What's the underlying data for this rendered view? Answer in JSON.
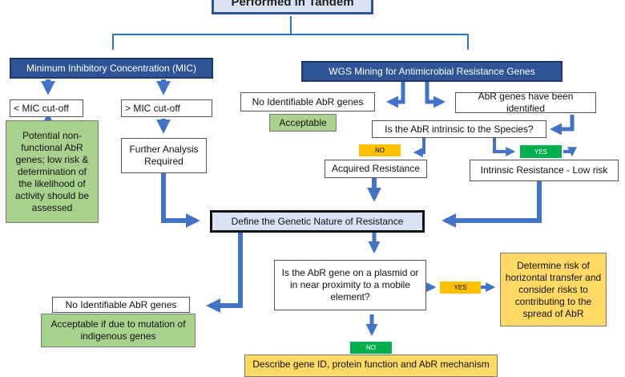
{
  "title": "Performed in Tandem",
  "mic": {
    "header": "Minimum Inhibitory Concentration (MIC)",
    "below": "< MIC cut-off",
    "above": "> MIC cut-off",
    "below_result": "Potential non-functional AbR genes; low risk & determination of the likelihood of activity should be assessed",
    "above_result": "Further Analysis Required"
  },
  "wgs": {
    "header": "WGS Mining for Antimicrobial Resistance Genes",
    "none_found": "No Identifiable AbR genes",
    "acceptable": "Acceptable",
    "identified": "AbR genes have been identified",
    "question": "Is the AbR intrinsic to the Species?",
    "no": "NO",
    "yes": "YES",
    "acquired": "Acquired Resistance",
    "intrinsic": "Intrinsic Resistance - Low risk"
  },
  "genetic": {
    "header": "Define the Genetic Nature of Resistance",
    "question": "Is the AbR gene on a plasmid or in near proximity to a mobile element?",
    "yes": "YES",
    "no": "NO",
    "risk": "Determine risk of horizontal transfer and consider risks to contributing to the spread of AbR",
    "none_found": "No Identifiable AbR genes",
    "acceptable_mutation": "Acceptable if due to mutation of indigenous genes",
    "describe": "Describe gene ID, protein function and AbR mechanism"
  },
  "colors": {
    "arrow": "#4472c4",
    "header_blue": "#2f5597",
    "light_blue": "#dae3f3",
    "green": "#a9d18e",
    "yellow": "#ffd966",
    "tag_orange": "#ffc000",
    "tag_green": "#00b050"
  }
}
